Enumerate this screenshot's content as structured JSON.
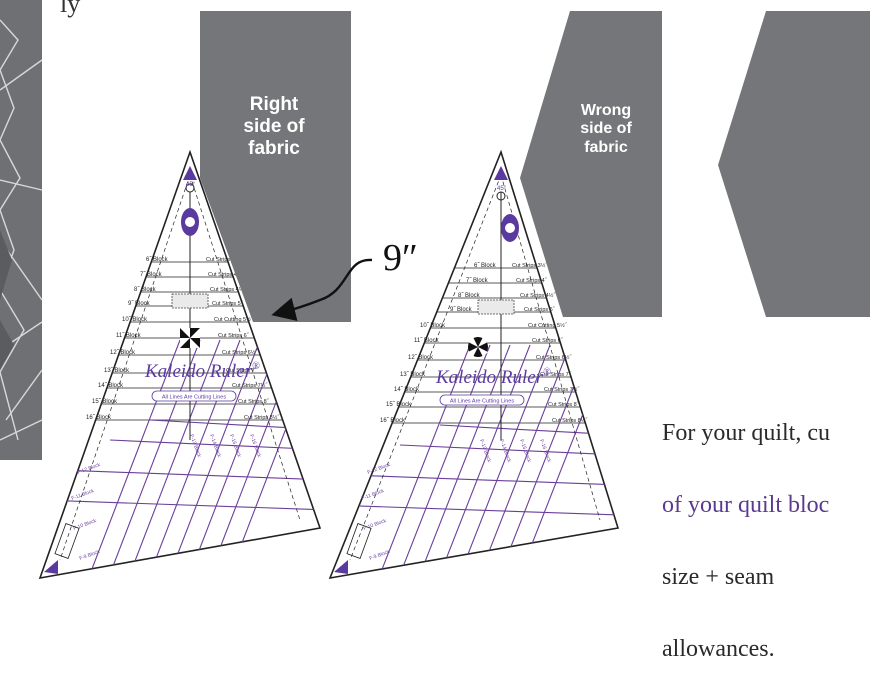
{
  "colors": {
    "fabric": "#757679",
    "ruler_line": "#6a3f9a",
    "ruler_brand": "#5b3aa0",
    "text_accent": "#5b3a8e"
  },
  "top_fragment": "ly",
  "fabric_right_label": "Right\nside of\nfabric",
  "fabric_wrong_label": "Wrong\nside of\nfabric",
  "dimension": "9″",
  "ruler": {
    "brand": "Kaleido Ruler",
    "brand_mark": "®",
    "angle": "45°",
    "banner": "All Lines Are Cutting Lines",
    "blocks_left": [
      "6˝ Block",
      "7˝ Block",
      "8˝ Block",
      "9˝ Block",
      "10˝ Block",
      "11˝ Block",
      "12˝ Block",
      "13˝ Block",
      "14˝ Block",
      "15˝ Block",
      "16˝ Block"
    ],
    "strips_right": [
      "Cut Strips 3½˝",
      "Cut Strips 4˝",
      "Cut Strips 4½˝",
      "Cut Strips 5˝",
      "Cut Cutting 5½˝",
      "Cut Strips 6˝",
      "Cut Strips 6½˝",
      "Cut Strips 7˝",
      "Cut Strips 7½˝",
      "Cut Strips 8˝",
      "Cut Strips 8½˝"
    ],
    "lower_blocks": [
      "F-9 Block",
      "F-10 Block",
      "F-11 Block",
      "F-12 Block",
      "F-13 Block",
      "F-14 Block",
      "F-15 Block",
      "F-16 Block"
    ]
  },
  "note_lines": [
    "For your quilt, cu",
    "of your quilt bloc",
    "size + seam",
    "allowances."
  ]
}
